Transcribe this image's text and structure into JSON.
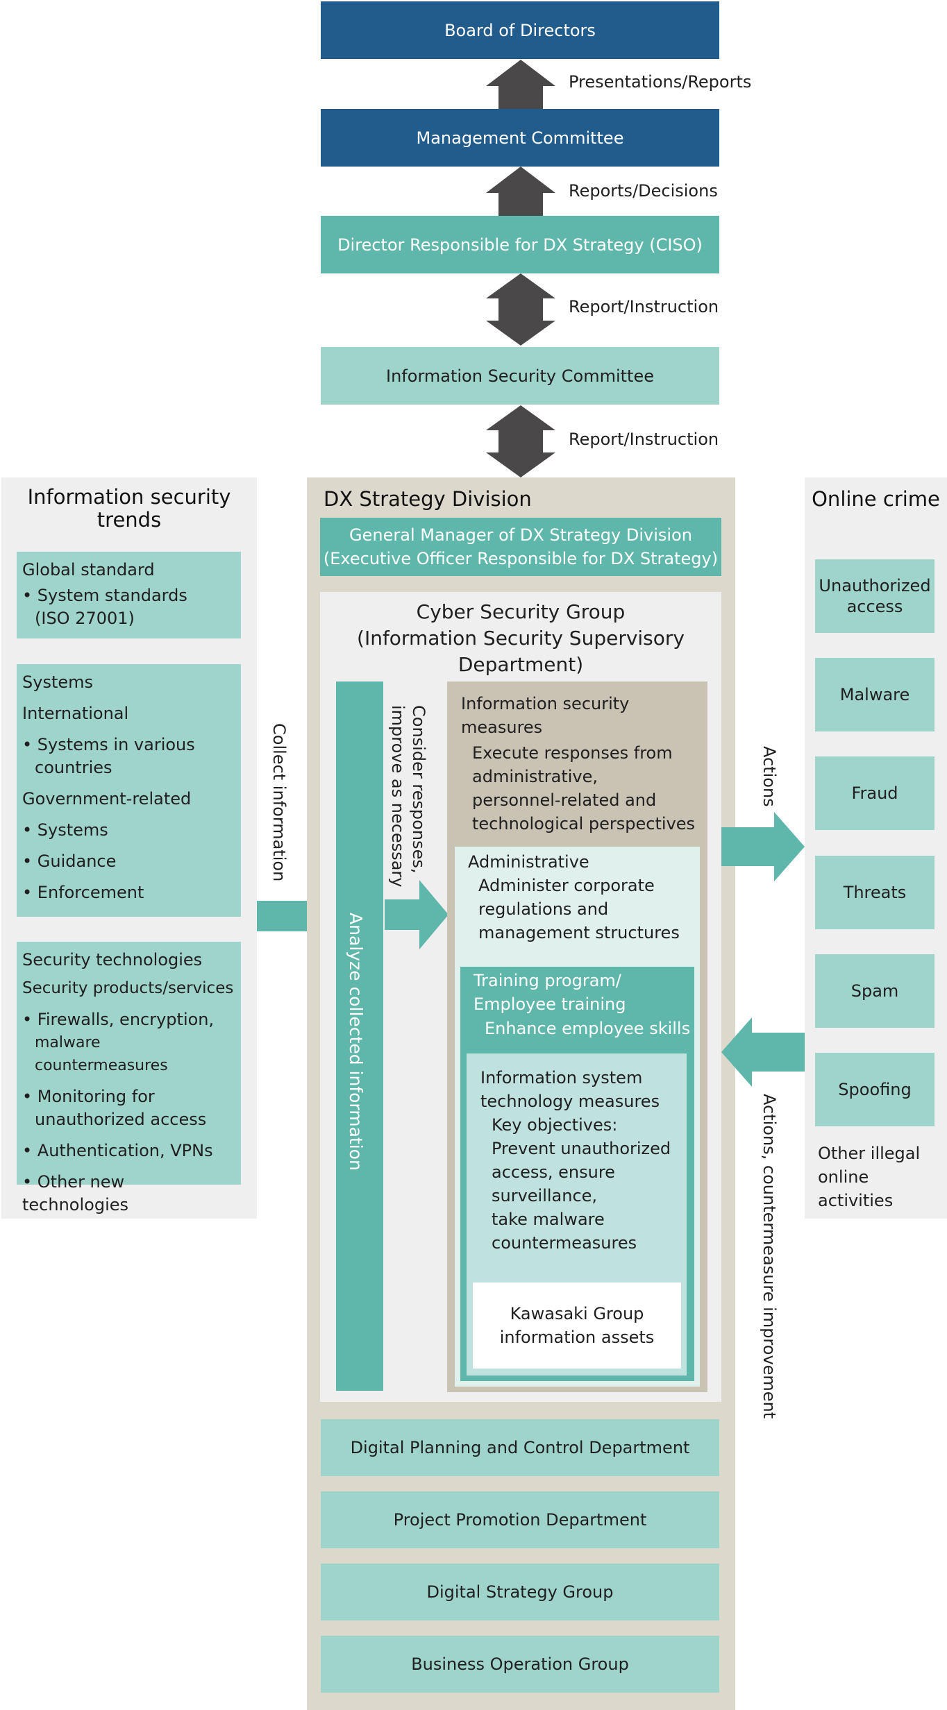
{
  "top": {
    "board": "Board of Directors",
    "management": "Management Committee",
    "director": "Director Responsible for DX Strategy (CISO)",
    "committee": "Information Security Committee"
  },
  "links": {
    "presentations_reports": "Presentations/Reports",
    "reports_decisions": "Reports/Decisions",
    "report_instruction_1": "Report/Instruction",
    "report_instruction_2": "Report/Instruction",
    "collect_information": "Collect information",
    "consider_responses": [
      "Consider responses,",
      "improve as necessary"
    ],
    "actions": "Actions",
    "actions_improvement": "Actions, countermeasure improvement"
  },
  "trends": {
    "title": [
      "Information security",
      "trends"
    ],
    "global": {
      "title": "Global standard",
      "items": [
        "• System standards",
        "(ISO 27001)"
      ]
    },
    "systems": {
      "title": "Systems",
      "international": "International",
      "intl_items": [
        "• Systems in various",
        "countries"
      ],
      "government": "Government-related",
      "gov_items": [
        "• Systems",
        "• Guidance",
        "• Enforcement"
      ]
    },
    "tech": {
      "title": "Security technologies",
      "sub": "Security products/services",
      "items": [
        [
          "• Firewalls, encryption,",
          "malware countermeasures"
        ],
        [
          "• Monitoring for",
          "unauthorized access"
        ],
        [
          "• Authentication, VPNs"
        ],
        [
          "• Other new technologies"
        ]
      ]
    }
  },
  "dx": {
    "title": "DX Strategy Division",
    "gm": [
      "General Manager of DX Strategy Division",
      "(Executive Officer Responsible for DX Strategy)"
    ],
    "cyber": [
      "Cyber Security Group",
      "(Information Security Supervisory",
      "Department)"
    ],
    "analyze": "Analyze collected information",
    "measures": {
      "title": [
        "Information security",
        "measures"
      ],
      "desc": [
        "Execute responses from",
        "administrative,",
        "personnel-related and",
        "technological perspectives"
      ]
    },
    "admin": {
      "title": "Administrative",
      "desc": [
        "Administer corporate",
        "regulations and",
        "management structures"
      ]
    },
    "training": {
      "title": [
        "Training program/",
        "Employee training"
      ],
      "desc": "Enhance employee skills"
    },
    "infosys": {
      "title": [
        "Information system",
        "technology measures"
      ],
      "desc": [
        "Key objectives:",
        "Prevent unauthorized",
        "access, ensure",
        "surveillance,",
        "take malware",
        "countermeasures"
      ]
    },
    "assets": [
      "Kawasaki Group",
      "information assets"
    ],
    "departments": [
      "Digital Planning and Control Department",
      "Project Promotion Department",
      "Digital Strategy Group",
      "Business Operation Group"
    ]
  },
  "crime": {
    "title": "Online crime",
    "items": [
      [
        "Unauthorized",
        "access"
      ],
      [
        "Malware"
      ],
      [
        "Fraud"
      ],
      [
        "Threats"
      ],
      [
        "Spam"
      ],
      [
        "Spoofing"
      ]
    ],
    "other": [
      "Other illegal",
      "online",
      "activities"
    ]
  },
  "colors": {
    "dark_blue": "#215c8c",
    "teal": "#5fb6aa",
    "light_teal": "#9fd4cb",
    "beige": "#dcd8cc",
    "arrow_gray": "#4a4848"
  }
}
